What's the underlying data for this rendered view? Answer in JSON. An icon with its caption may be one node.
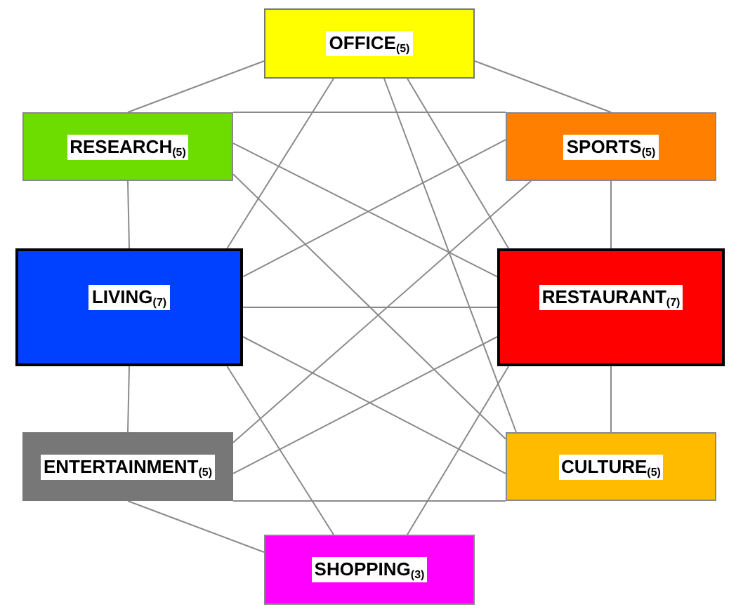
{
  "diagram": {
    "nodes": [
      {
        "text": [
          "OFFICE$_{(5)}$"
        ]
      },
      {
        "text": [
          "RESEARCH$_{(5)}$"
        ]
      },
      {
        "text": [
          "SPORTS$_{(5)}$"
        ]
      },
      {
        "text": [
          "LIVING$_{(7)}$"
        ]
      },
      {
        "text": [
          "RESTAURANT$_{(7)}$"
        ]
      },
      {
        "text": [
          "ENTERTAINMENT$_{(5)}$"
        ]
      },
      {
        "text": [
          "CULTURE$_{(5)}$"
        ]
      },
      {
        "text": [
          "SHOPPING$_{(3)}$"
        ]
      }
    ],
    "edges": [
      {
        "from": 0,
        "to": 1,
        "arrow": "none"
      },
      {
        "from": 0,
        "to": 2,
        "arrow": "none"
      },
      {
        "from": 0,
        "to": 3,
        "arrow": "none"
      },
      {
        "from": 0,
        "to": 4,
        "arrow": "none"
      },
      {
        "from": 0,
        "to": 6,
        "arrow": "none"
      },
      {
        "from": 1,
        "to": 2,
        "arrow": "none"
      },
      {
        "from": 1,
        "to": 3,
        "arrow": "none"
      },
      {
        "from": 1,
        "to": 4,
        "arrow": "none"
      },
      {
        "from": 1,
        "to": 6,
        "arrow": "none"
      },
      {
        "from": 2,
        "to": 4,
        "arrow": "none"
      },
      {
        "from": 2,
        "to": 3,
        "arrow": "none"
      },
      {
        "from": 2,
        "to": 5,
        "arrow": "none"
      },
      {
        "from": 3,
        "to": 4,
        "arrow": "none"
      },
      {
        "from": 3,
        "to": 5,
        "arrow": "none"
      },
      {
        "from": 3,
        "to": 6,
        "arrow": "none"
      },
      {
        "from": 3,
        "to": 7,
        "arrow": "none"
      },
      {
        "from": 4,
        "to": 6,
        "arrow": "none"
      },
      {
        "from": 4,
        "to": 5,
        "arrow": "none"
      },
      {
        "from": 4,
        "to": 7,
        "arrow": "none"
      },
      {
        "from": 5,
        "to": 6,
        "arrow": "none"
      },
      {
        "from": 5,
        "to": 7,
        "arrow": "none"
      }
    ]
  }
}
